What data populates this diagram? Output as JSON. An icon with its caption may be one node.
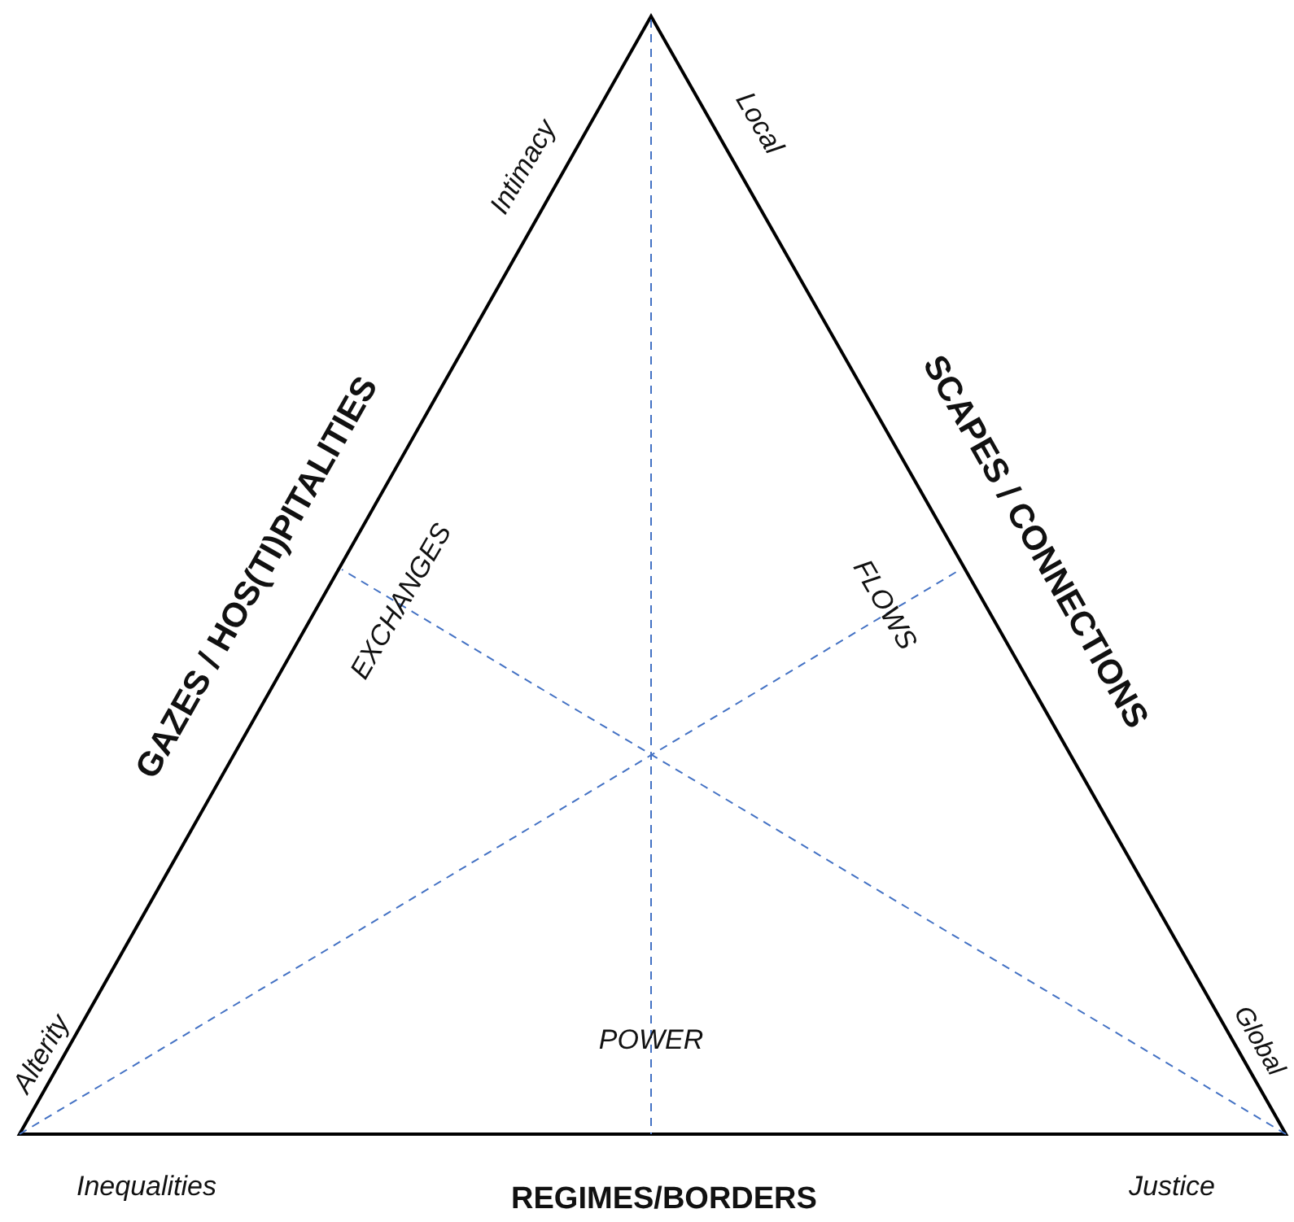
{
  "diagram": {
    "labels": [
      "Intimacy",
      "Local",
      "GAZES / HOS(TI)PITALITIES",
      "SCAPES / CONNECTIONS",
      "EXCHANGES",
      "FLOWS",
      "Alterity",
      "POWER",
      "Global",
      "Inequalities",
      "REGIMES/BORDERS",
      "Justice"
    ]
  }
}
